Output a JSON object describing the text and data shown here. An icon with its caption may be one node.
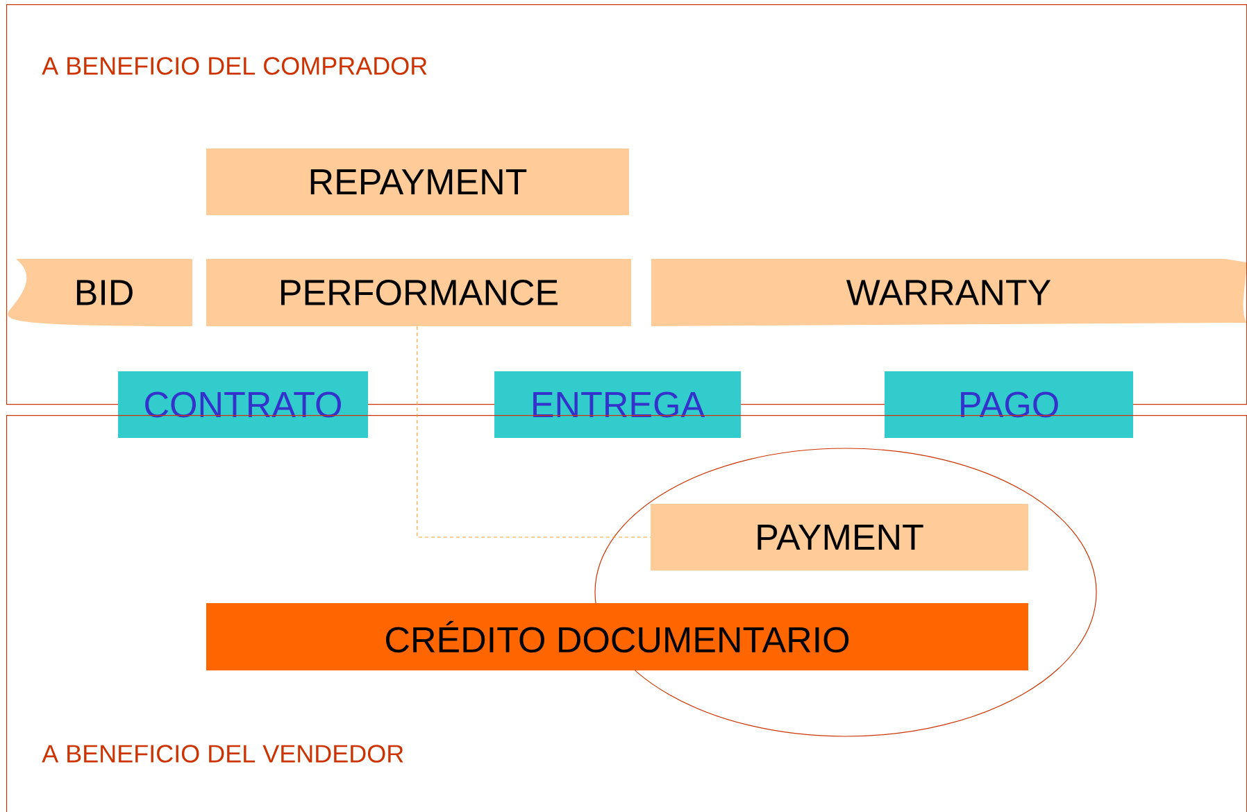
{
  "diagram": {
    "nodes": [
      {
        "text": [
          "A BENEFICIO DEL COMPRADOR"
        ]
      },
      {
        "text": [
          "REPAYMENT"
        ],
        "in": 0
      },
      {
        "text": [
          "BID"
        ],
        "in": 0
      },
      {
        "text": [
          "PERFORMANCE"
        ],
        "in": 0
      },
      {
        "text": [
          "WARRANTY"
        ],
        "in": 0
      },
      {
        "text": [
          "CONTRATO"
        ]
      },
      {
        "text": [
          "ENTREGA"
        ]
      },
      {
        "text": [
          "PAGO"
        ]
      },
      {
        "text": [
          "A BENEFICIO DEL VENDEDOR"
        ]
      },
      {
        "text": [],
        "shape": "ellipse",
        "in": 8
      },
      {
        "text": [
          "PAYMENT"
        ],
        "in": 9
      },
      {
        "text": [
          "CRÉDITO DOCUMENTARIO"
        ],
        "in": 8
      }
    ],
    "edges": [
      {
        "from": 3,
        "to": 10,
        "arrow": "none",
        "style": "dashed",
        "color": "#f0a030"
      }
    ]
  }
}
